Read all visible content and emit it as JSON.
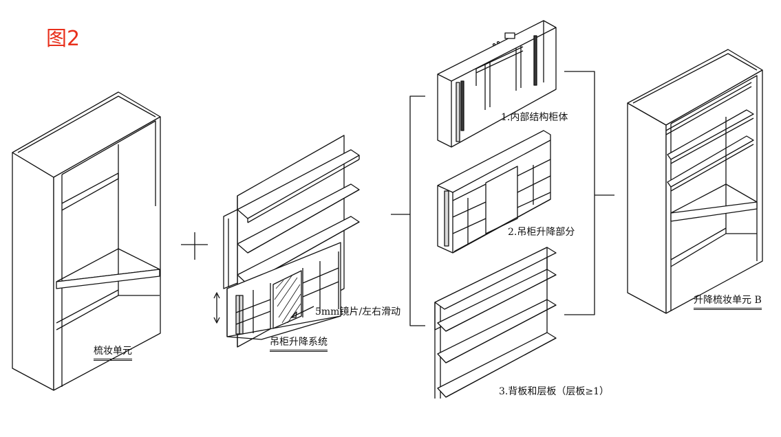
{
  "figure_title": "图2",
  "labels": {
    "dressing_unit": "梳妆单元",
    "hanging_system": "吊柜升降系统",
    "mirror_note": "5mm镜片/左右滑动",
    "part1": "1.内部结构柜体",
    "part2": "2.吊柜升降部分",
    "part3": "3.背板和层板（层板≥1）",
    "result_unit": "升降梳妆单元 B"
  },
  "colors": {
    "title": "#e8301c",
    "line": "#111111"
  },
  "icons": [
    "plus-icon",
    "arrow-updown-icon",
    "bracket-icon"
  ]
}
